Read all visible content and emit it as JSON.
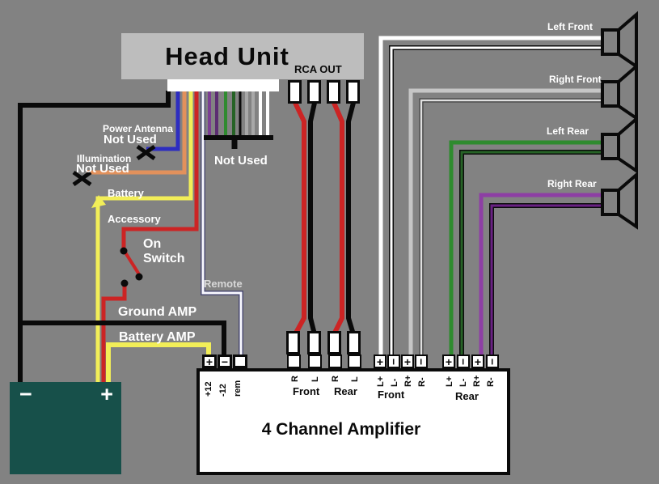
{
  "colors": {
    "bg": "#828282",
    "panel": "#bdbdbd",
    "strip": "#ffffff",
    "ink": "#0a0a0a",
    "label": "#ffffff",
    "blue": "#2d2dc0",
    "orange": "#e2915c",
    "yellow": "#f2ee58",
    "red": "#cc2424",
    "remote-edge": "#4a4a70",
    "remote-core": "#f8f8ff",
    "purple": "#7b3d92",
    "purple-dark": "#5c2d72",
    "green": "#2f8b2f",
    "green-dark": "#266326",
    "gray-wire": "#a8a8a8",
    "white-wire": "#ffffff",
    "silver": "#c6c6c6",
    "rr-purple": "#8d3fa4",
    "rr-purple-dark": "#6a2184",
    "battery": "#17504a",
    "amp-bg": "#ffffff"
  },
  "head_unit": {
    "title": "Head Unit",
    "rca_out": "RCA OUT"
  },
  "harness": {
    "power_antenna": "Power Antenna",
    "power_antenna_status": "Not Used",
    "illumination": "Illumination",
    "illumination_status": "Not Used",
    "battery": "Battery",
    "accessory": "Accessory",
    "switch_line1": "On",
    "switch_line2": "Switch",
    "remote": "Remote",
    "ground_amp": "Ground AMP",
    "battery_amp": "Battery AMP",
    "connector_not_used": "Not Used"
  },
  "speakers": [
    {
      "name": "Left Front"
    },
    {
      "name": "Right Front"
    },
    {
      "name": "Left Rear"
    },
    {
      "name": "Right Rear"
    }
  ],
  "amplifier": {
    "title": "4 Channel Amplifier",
    "plus": "+",
    "minus": "−",
    "power_labels": [
      "+12",
      "-12",
      "rem"
    ],
    "rca_channels": [
      "R",
      "L",
      "R",
      "L"
    ],
    "rca_groups": [
      "Front",
      "Rear"
    ],
    "output_groups": [
      "Front",
      "Rear"
    ],
    "output_terminals": [
      "L+",
      "L-",
      "R+",
      "R-"
    ]
  },
  "battery_box": {
    "minus": "−",
    "plus": "+"
  }
}
